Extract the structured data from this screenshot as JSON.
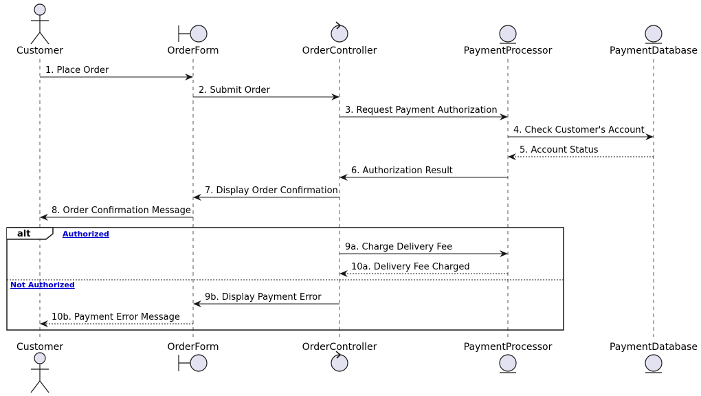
{
  "participants": [
    {
      "name": "Customer",
      "kind": "actor"
    },
    {
      "name": "OrderForm",
      "kind": "boundary"
    },
    {
      "name": "OrderController",
      "kind": "control"
    },
    {
      "name": "PaymentProcessor",
      "kind": "entity"
    },
    {
      "name": "PaymentDatabase",
      "kind": "entity"
    }
  ],
  "messages": [
    {
      "label": "1. Place Order",
      "from": "Customer",
      "to": "OrderForm",
      "style": "solid"
    },
    {
      "label": "2. Submit Order",
      "from": "OrderForm",
      "to": "OrderController",
      "style": "solid"
    },
    {
      "label": "3. Request Payment Authorization",
      "from": "OrderController",
      "to": "PaymentProcessor",
      "style": "solid"
    },
    {
      "label": "4. Check Customer's Account",
      "from": "PaymentProcessor",
      "to": "PaymentDatabase",
      "style": "solid"
    },
    {
      "label": "5. Account Status",
      "from": "PaymentDatabase",
      "to": "PaymentProcessor",
      "style": "dashed"
    },
    {
      "label": "6. Authorization Result",
      "from": "PaymentProcessor",
      "to": "OrderController",
      "style": "solid"
    },
    {
      "label": "7. Display Order Confirmation",
      "from": "OrderController",
      "to": "OrderForm",
      "style": "solid"
    },
    {
      "label": "8. Order Confirmation Message",
      "from": "OrderForm",
      "to": "Customer",
      "style": "solid"
    },
    {
      "label": "9a. Charge Delivery Fee",
      "from": "OrderController",
      "to": "PaymentProcessor",
      "style": "solid"
    },
    {
      "label": "10a. Delivery Fee Charged",
      "from": "PaymentProcessor",
      "to": "OrderController",
      "style": "dashed"
    },
    {
      "label": "9b. Display Payment Error",
      "from": "OrderController",
      "to": "OrderForm",
      "style": "solid"
    },
    {
      "label": "10b. Payment Error Message",
      "from": "OrderForm",
      "to": "Customer",
      "style": "dashed"
    }
  ],
  "fragment": {
    "keyword": "alt",
    "guards": [
      "Authorized",
      "Not Authorized"
    ]
  },
  "colors": {
    "participant_fill": "#e2e2f0",
    "line": "#181818",
    "lifeline": "#555555",
    "guard_link": "#0000cc"
  }
}
